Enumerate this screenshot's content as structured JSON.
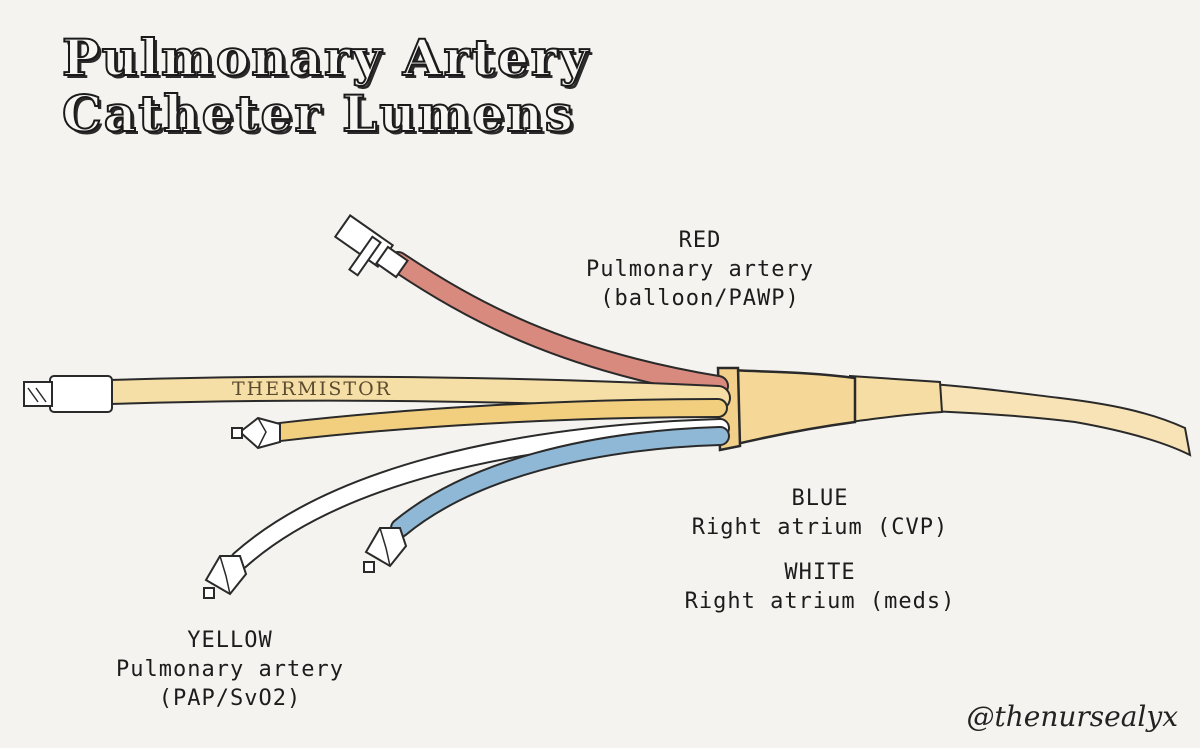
{
  "title": {
    "line1": "Pulmonary Artery",
    "line2": "Catheter Lumens"
  },
  "lumens": {
    "red": {
      "color_name": "RED",
      "location": "Pulmonary artery",
      "use": "(balloon/PAWP)",
      "color": "#d98a7e"
    },
    "blue": {
      "color_name": "BLUE",
      "location": "Right atrium (CVP)",
      "color": "#8fb8d6"
    },
    "white": {
      "color_name": "WHITE",
      "location": "Right atrium (meds)",
      "color": "#ffffff"
    },
    "yellow": {
      "color_name": "YELLOW",
      "location": "Pulmonary artery",
      "use": "(PAP/SvO2)",
      "color": "#f2cf7e"
    }
  },
  "thermistor_label": "THERMISTOR",
  "watermark": "@thenursealyx",
  "colors": {
    "catheter_body": "#f5d898",
    "thermistor_line": "#f6dfa6",
    "background": "#f4f3f0",
    "outline": "#2a2a2a"
  }
}
